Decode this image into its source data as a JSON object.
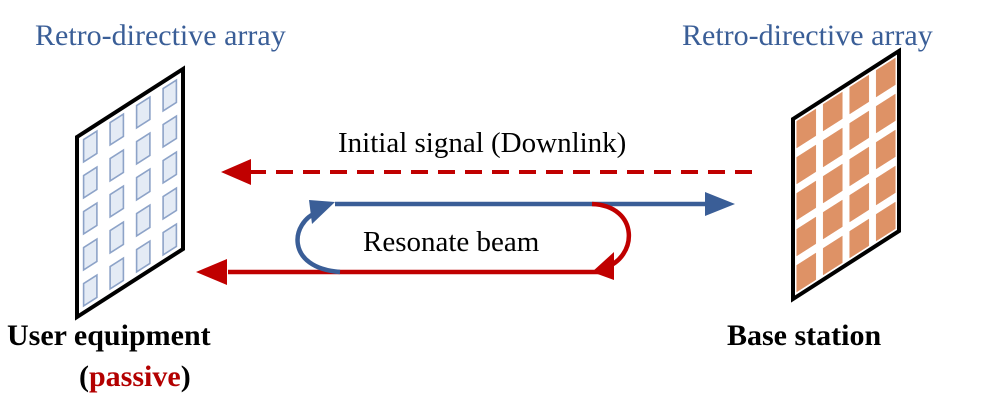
{
  "left_array": {
    "title": "Retro-directive array",
    "device": "User equipment",
    "mode_open": "(",
    "mode": "passive",
    "mode_close": ")"
  },
  "right_array": {
    "title": "Retro-directive array",
    "device": "Base station"
  },
  "downlink_label": "Initial signal (Downlink)",
  "resonate_label": "Resonate beam",
  "colors": {
    "blue": "#3a5e97",
    "red": "#c00000",
    "ue_cell_fill": "#e4ebf5",
    "ue_cell_stroke": "#8da3c8",
    "bs_cell_fill": "#de9266"
  }
}
